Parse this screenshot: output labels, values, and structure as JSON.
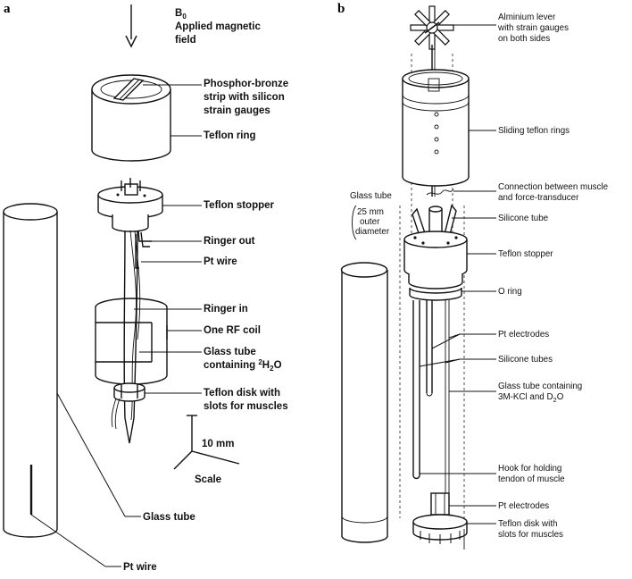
{
  "panel_a": {
    "letter": "a",
    "field_symbol": "B",
    "field_subscript": "0",
    "field_line1": "Applied magnetic",
    "field_line2": "field",
    "labels": {
      "strip_1": "Phosphor-bronze",
      "strip_2": "strip with silicon",
      "strip_3": "strain gauges",
      "teflon_ring": "Teflon ring",
      "teflon_stopper": "Teflon stopper",
      "ringer_out": "Ringer out",
      "pt_wire_top": "Pt wire",
      "ringer_in": "Ringer in",
      "rf_coil": "One RF coil",
      "glass_tube_1": "Glass tube",
      "glass_tube_2_pre": "containing ",
      "glass_tube_2_sup": "2",
      "glass_tube_2_post": "H",
      "glass_tube_2_sub": "2",
      "glass_tube_2_end": "O",
      "disk_1": "Teflon disk with",
      "disk_2": "slots for muscles",
      "scale_value": "10 mm",
      "scale_word": "Scale",
      "glass_tube_bottom": "Glass tube",
      "pt_wire_bottom": "Pt wire"
    }
  },
  "panel_b": {
    "letter": "b",
    "labels": {
      "lever_1": "Alminium lever",
      "lever_2": "with strain gauges",
      "lever_3": "on both sides",
      "rings": "Sliding teflon rings",
      "glass_1": "Glass tube",
      "glass_2": "25 mm",
      "glass_3": "outer",
      "glass_4": "diameter",
      "conn_1": "Connection between muscle",
      "conn_2": "and force-transducer",
      "silicone_tube": "Silicone tube",
      "stopper": "Teflon stopper",
      "oring": "O ring",
      "pt_electrodes": "Pt electrodes",
      "silicone_tubes": "Silicone tubes",
      "kcl_1": "Glass tube containing",
      "kcl_2_pre": "3M-KCl and D",
      "kcl_2_sub": "2",
      "kcl_2_end": "O",
      "hook_1": "Hook for holding",
      "hook_2": "tendon of muscle",
      "pt_electrodes_2": "Pt electrodes",
      "disk_1": "Teflon disk with",
      "disk_2": "slots for muscles"
    }
  }
}
